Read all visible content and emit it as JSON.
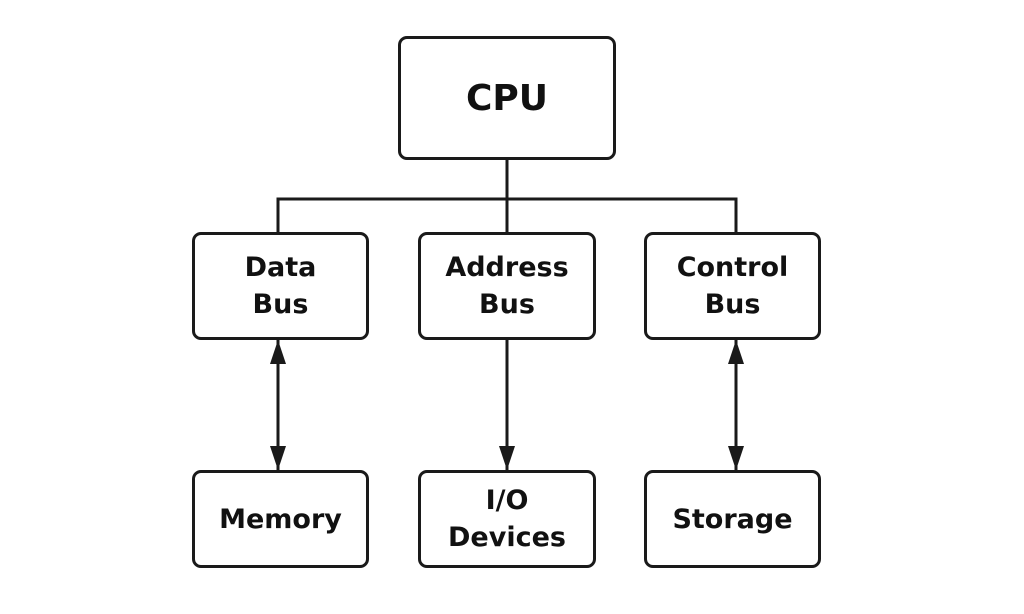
{
  "nodes": {
    "cpu": "CPU",
    "data_bus": [
      "Data",
      "Bus"
    ],
    "address_bus": [
      "Address",
      "Bus"
    ],
    "control_bus": [
      "Control",
      "Bus"
    ],
    "memory": "Memory",
    "io_devices": [
      "I/O",
      "Devices"
    ],
    "storage": "Storage"
  },
  "edges": [
    {
      "from": "CPU",
      "to": "Data Bus",
      "style": "line"
    },
    {
      "from": "CPU",
      "to": "Address Bus",
      "style": "line"
    },
    {
      "from": "CPU",
      "to": "Control Bus",
      "style": "line"
    },
    {
      "from": "Data Bus",
      "to": "Memory",
      "style": "bidirectional-arrow"
    },
    {
      "from": "Address Bus",
      "to": "I/O Devices",
      "style": "arrow"
    },
    {
      "from": "Control Bus",
      "to": "Storage",
      "style": "bidirectional-arrow"
    }
  ],
  "colors": {
    "stroke": "#1a1a1a",
    "background": "#ffffff"
  }
}
